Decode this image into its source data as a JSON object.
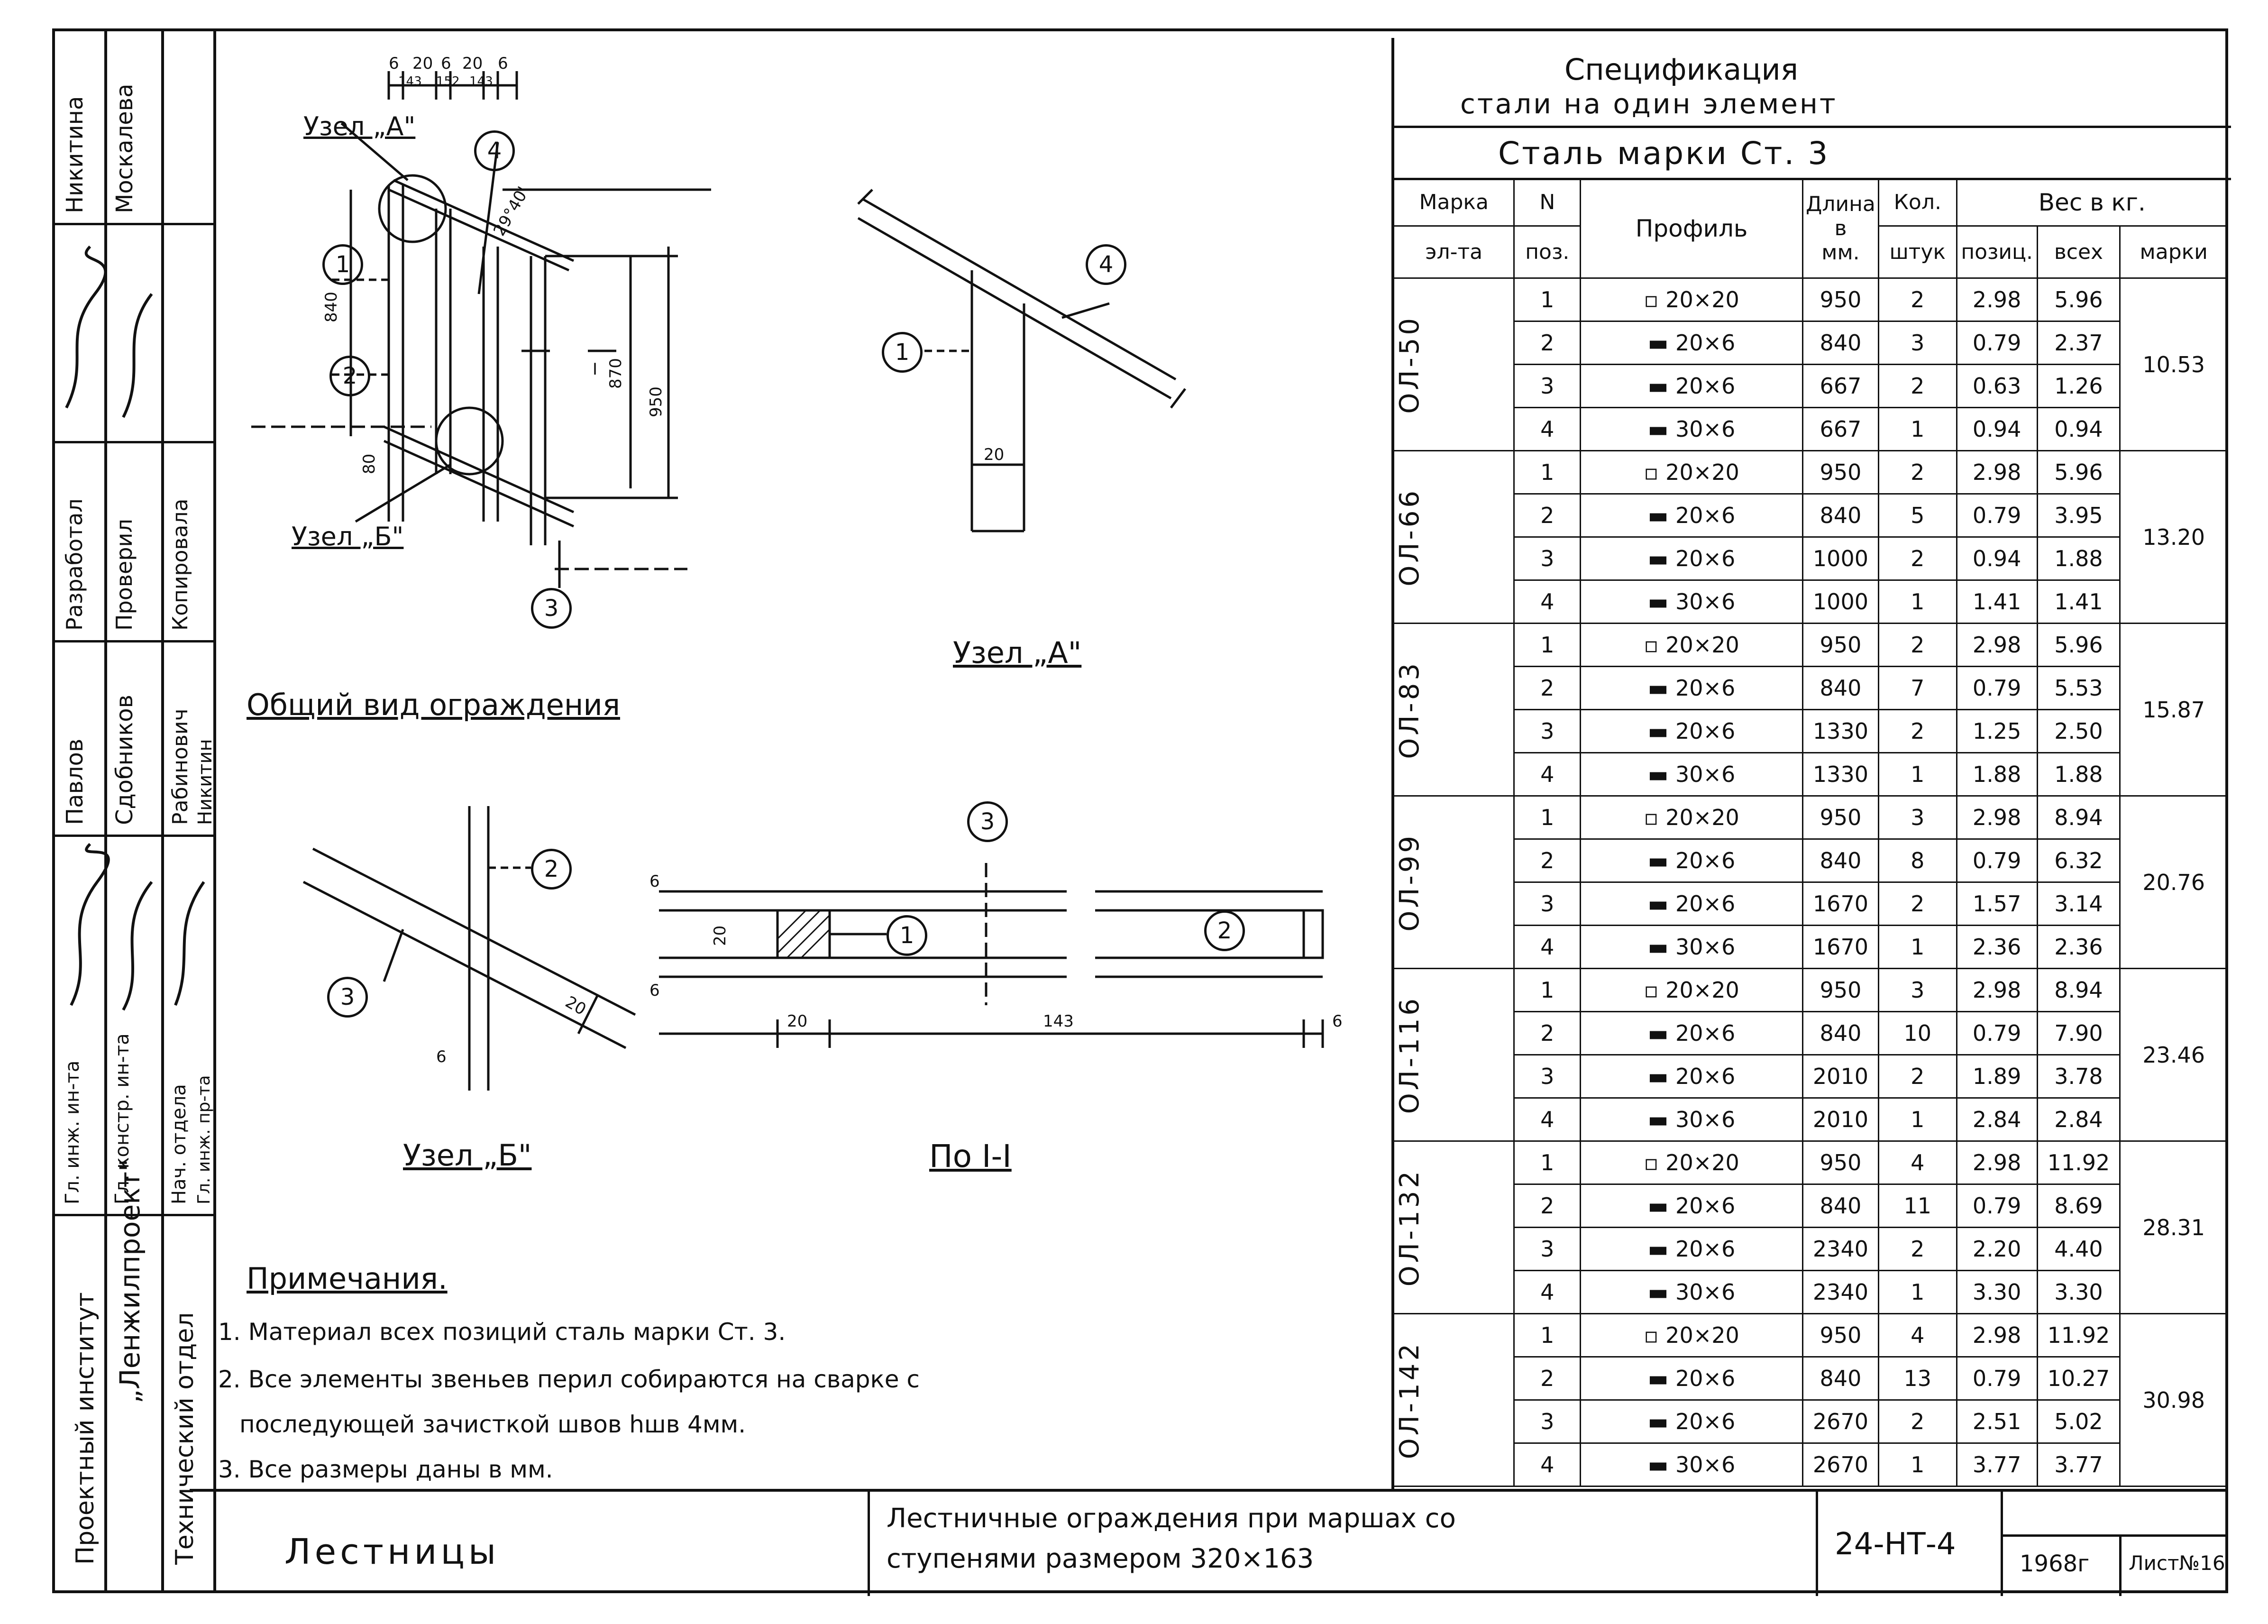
{
  "left_block": {
    "institute": "Проектный институт",
    "institute_name": "„Ленжилпроект\"",
    "department": "Технический отдел",
    "roles": [
      "Гл. инж. ин-та",
      "Гл. констр. ин-та",
      "Нач. отдела",
      "Гл. инж. пр-та"
    ],
    "names": [
      "Павлов",
      "Сдобников",
      "Рабинович",
      "Никитин"
    ],
    "roles2": [
      "Разработал",
      "Проверил",
      "Копировала"
    ],
    "names2": [
      "Никитина",
      "Москалева"
    ]
  },
  "drawings": {
    "general_view_title": "Общий вид ограждения",
    "node_a_label": "Узел „А\"",
    "node_b_label": "Узел „Б\"",
    "node_a_title": "Узел „А\"",
    "node_b_title": "Узел „Б\"",
    "section_title": "По I-I",
    "dims_top": [
      "6",
      "20",
      "6",
      "20",
      "6",
      "143",
      "152",
      "143"
    ],
    "dim_840": "840",
    "dim_870": "870",
    "dim_950": "950",
    "dim_80": "80",
    "dim_20": "20",
    "dim_143": "143",
    "dim_6": "6",
    "angle": "29°40'",
    "section_mark": "I",
    "positions": [
      "1",
      "2",
      "3",
      "4"
    ]
  },
  "notes": {
    "title": "Примечания.",
    "items": [
      "1. Материал всех позиций сталь марки Ст. 3.",
      "2. Все элементы звеньев перил собираются на сварке с",
      "последующей зачисткой швов hшв 4мм.",
      "3. Все размеры даны в мм."
    ]
  },
  "spec": {
    "title1": "Спецификация",
    "title2": "стали на один элемент",
    "steel": "Сталь марки Ст. 3",
    "headers": {
      "mark_a": "Марка",
      "mark_b": "эл-та",
      "n_a": "N",
      "n_b": "поз.",
      "profile": "Профиль",
      "length_a": "Длина",
      "length_b": "в",
      "length_c": "мм.",
      "qty_a": "Кол.",
      "qty_b": "штук",
      "weight": "Вес в кг.",
      "w_pos": "позиц.",
      "w_all": "всех",
      "w_mark": "марки"
    },
    "groups": [
      {
        "mark": "ОЛ-50",
        "total": "10.53",
        "rows": [
          {
            "n": "1",
            "profile": "▫ 20×20",
            "len": "950",
            "qty": "2",
            "wpos": "2.98",
            "wall": "5.96"
          },
          {
            "n": "2",
            "profile": "▬ 20×6",
            "len": "840",
            "qty": "3",
            "wpos": "0.79",
            "wall": "2.37"
          },
          {
            "n": "3",
            "profile": "▬ 20×6",
            "len": "667",
            "qty": "2",
            "wpos": "0.63",
            "wall": "1.26"
          },
          {
            "n": "4",
            "profile": "▬ 30×6",
            "len": "667",
            "qty": "1",
            "wpos": "0.94",
            "wall": "0.94"
          }
        ]
      },
      {
        "mark": "ОЛ-66",
        "total": "13.20",
        "rows": [
          {
            "n": "1",
            "profile": "▫ 20×20",
            "len": "950",
            "qty": "2",
            "wpos": "2.98",
            "wall": "5.96"
          },
          {
            "n": "2",
            "profile": "▬ 20×6",
            "len": "840",
            "qty": "5",
            "wpos": "0.79",
            "wall": "3.95"
          },
          {
            "n": "3",
            "profile": "▬ 20×6",
            "len": "1000",
            "qty": "2",
            "wpos": "0.94",
            "wall": "1.88"
          },
          {
            "n": "4",
            "profile": "▬ 30×6",
            "len": "1000",
            "qty": "1",
            "wpos": "1.41",
            "wall": "1.41"
          }
        ]
      },
      {
        "mark": "ОЛ-83",
        "total": "15.87",
        "rows": [
          {
            "n": "1",
            "profile": "▫ 20×20",
            "len": "950",
            "qty": "2",
            "wpos": "2.98",
            "wall": "5.96"
          },
          {
            "n": "2",
            "profile": "▬ 20×6",
            "len": "840",
            "qty": "7",
            "wpos": "0.79",
            "wall": "5.53"
          },
          {
            "n": "3",
            "profile": "▬ 20×6",
            "len": "1330",
            "qty": "2",
            "wpos": "1.25",
            "wall": "2.50"
          },
          {
            "n": "4",
            "profile": "▬ 30×6",
            "len": "1330",
            "qty": "1",
            "wpos": "1.88",
            "wall": "1.88"
          }
        ]
      },
      {
        "mark": "ОЛ-99",
        "total": "20.76",
        "rows": [
          {
            "n": "1",
            "profile": "▫ 20×20",
            "len": "950",
            "qty": "3",
            "wpos": "2.98",
            "wall": "8.94"
          },
          {
            "n": "2",
            "profile": "▬ 20×6",
            "len": "840",
            "qty": "8",
            "wpos": "0.79",
            "wall": "6.32"
          },
          {
            "n": "3",
            "profile": "▬ 20×6",
            "len": "1670",
            "qty": "2",
            "wpos": "1.57",
            "wall": "3.14"
          },
          {
            "n": "4",
            "profile": "▬ 30×6",
            "len": "1670",
            "qty": "1",
            "wpos": "2.36",
            "wall": "2.36"
          }
        ]
      },
      {
        "mark": "ОЛ-116",
        "total": "23.46",
        "rows": [
          {
            "n": "1",
            "profile": "▫ 20×20",
            "len": "950",
            "qty": "3",
            "wpos": "2.98",
            "wall": "8.94"
          },
          {
            "n": "2",
            "profile": "▬ 20×6",
            "len": "840",
            "qty": "10",
            "wpos": "0.79",
            "wall": "7.90"
          },
          {
            "n": "3",
            "profile": "▬ 20×6",
            "len": "2010",
            "qty": "2",
            "wpos": "1.89",
            "wall": "3.78"
          },
          {
            "n": "4",
            "profile": "▬ 30×6",
            "len": "2010",
            "qty": "1",
            "wpos": "2.84",
            "wall": "2.84"
          }
        ]
      },
      {
        "mark": "ОЛ-132",
        "total": "28.31",
        "rows": [
          {
            "n": "1",
            "profile": "▫ 20×20",
            "len": "950",
            "qty": "4",
            "wpos": "2.98",
            "wall": "11.92"
          },
          {
            "n": "2",
            "profile": "▬ 20×6",
            "len": "840",
            "qty": "11",
            "wpos": "0.79",
            "wall": "8.69"
          },
          {
            "n": "3",
            "profile": "▬ 20×6",
            "len": "2340",
            "qty": "2",
            "wpos": "2.20",
            "wall": "4.40"
          },
          {
            "n": "4",
            "profile": "▬ 30×6",
            "len": "2340",
            "qty": "1",
            "wpos": "3.30",
            "wall": "3.30"
          }
        ]
      },
      {
        "mark": "ОЛ-142",
        "total": "30.98",
        "rows": [
          {
            "n": "1",
            "profile": "▫ 20×20",
            "len": "950",
            "qty": "4",
            "wpos": "2.98",
            "wall": "11.92"
          },
          {
            "n": "2",
            "profile": "▬ 20×6",
            "len": "840",
            "qty": "13",
            "wpos": "0.79",
            "wall": "10.27"
          },
          {
            "n": "3",
            "profile": "▬ 20×6",
            "len": "2670",
            "qty": "2",
            "wpos": "2.51",
            "wall": "5.02"
          },
          {
            "n": "4",
            "profile": "▬ 30×6",
            "len": "2670",
            "qty": "1",
            "wpos": "3.77",
            "wall": "3.77"
          }
        ]
      }
    ]
  },
  "title_block": {
    "section": "Лестницы",
    "description_line1": "Лестничные ограждения при маршах со",
    "description_line2": "ступенями размером 320×163",
    "code": "24-НТ-4",
    "year": "1968г",
    "sheet": "Лист№16"
  }
}
